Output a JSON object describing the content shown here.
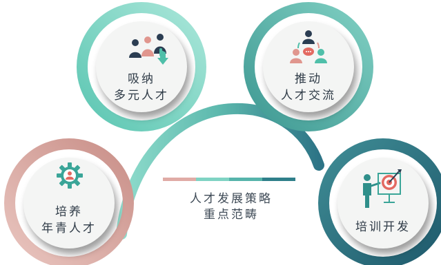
{
  "center": {
    "line1": "人才发展策略",
    "line2": "重点范畴",
    "bar_colors": [
      "#e0aba5",
      "#7fd3c3",
      "#56b4ab",
      "#2f7f8a"
    ]
  },
  "nodes": [
    {
      "id": "attract",
      "line1": "吸纳",
      "line2": "多元人才",
      "icon": "team-pointer-icon",
      "ring_color": "#7fd6c6"
    },
    {
      "id": "exchange",
      "line1": "推动",
      "line2": "人才交流",
      "icon": "people-exchange-icon",
      "ring_color": "#4fa8a1"
    },
    {
      "id": "cultivate",
      "line1": "培养",
      "line2": "年青人才",
      "icon": "gear-person-icon",
      "ring_color": "#e2b1aa"
    },
    {
      "id": "training",
      "line1": "培训开发",
      "line2": "",
      "icon": "target-presenter-icon",
      "ring_color": "#2b6f80"
    }
  ],
  "colors": {
    "teal_dark": "#2f7f8a",
    "teal_light": "#76d0bf",
    "pink": "#e0aba5",
    "navy": "#2b3d52",
    "red": "#e36a62"
  }
}
